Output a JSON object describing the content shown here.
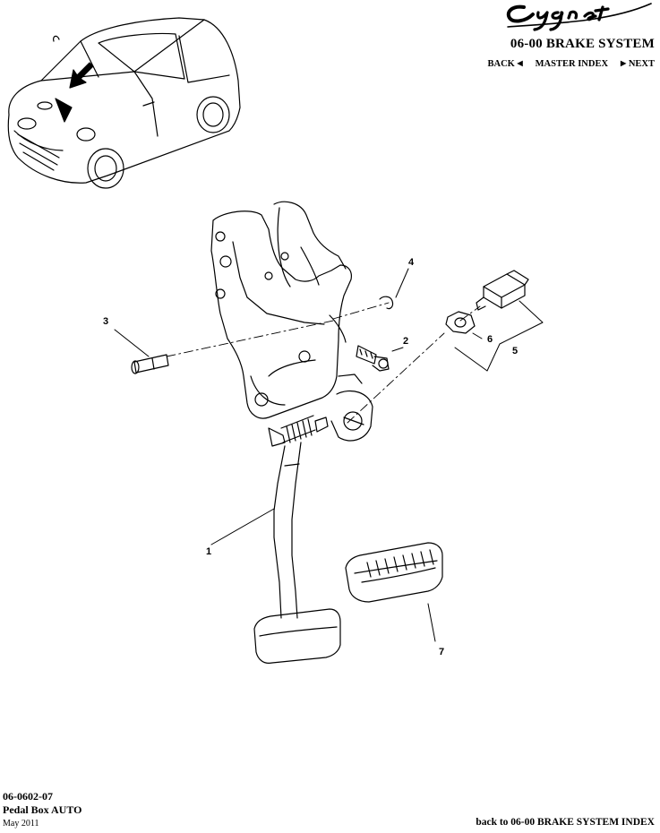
{
  "header": {
    "brand_logo_text": "Cygnet",
    "section_title": "06-00 BRAKE SYSTEM",
    "nav": {
      "back_label": "BACK",
      "master_index_label": "MASTER INDEX",
      "next_label": "NEXT"
    }
  },
  "diagram": {
    "callouts": [
      "1",
      "2",
      "3",
      "4",
      "5",
      "6",
      "7"
    ]
  },
  "footer": {
    "page_code": "06-0602-07",
    "page_name": "Pedal Box AUTO",
    "date": "May 2011",
    "back_link_label": "back to 06-00 BRAKE SYSTEM INDEX"
  }
}
